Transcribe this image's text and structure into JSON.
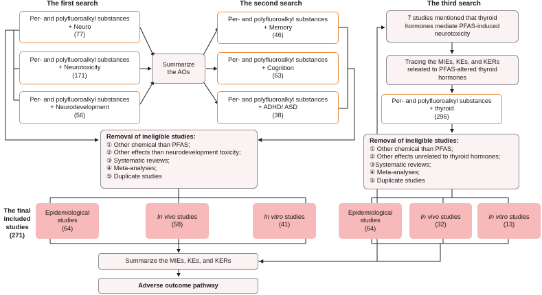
{
  "headers": {
    "first": "The first search",
    "second": "The second search",
    "third": "The third search"
  },
  "first_search": [
    {
      "line1": "Per- and polyfluoroalkyl substances",
      "line2": "+ Neuro",
      "count": "(77)"
    },
    {
      "line1": "Per- and polyfluoroalkyl substances",
      "line2": "+ Neurotoxicity",
      "count": "(171)"
    },
    {
      "line1": "Per- and polyfluoroalkyl substances",
      "line2": "+ Neurodevelopment",
      "count": "(56)"
    }
  ],
  "summarize_aos": {
    "line1": "Summarize",
    "line2": "the AOs"
  },
  "second_search": [
    {
      "line1": "Per- and polyfluoroalkyl substances",
      "line2": "+ Memory",
      "count": "(46)"
    },
    {
      "line1": "Per- and polyfluoroalkyl substances",
      "line2": "+ Cognition",
      "count": "(63)"
    },
    {
      "line1": "Per- and polyfluoroalkyl substances",
      "line2": "+ ADHD/ ASD",
      "count": "(38)"
    }
  ],
  "third_search": {
    "box1": [
      "7 studies mentioned that thyroid",
      "hormones mediate PFAS-induced",
      "neurotoxicity"
    ],
    "box2": [
      "Tracing the MIEs, KEs, and KERs",
      "releated to PFAS-altered thyroid",
      "hormones"
    ],
    "box3": {
      "line1": "Per- and polyfluoroalkyl substances",
      "line2": "+ thyroid",
      "count": "(296)"
    }
  },
  "removal_left": {
    "title": "Removal of ineligible studies:",
    "items": [
      "① Other chemical than PFAS;",
      "② Other effects than neurodevelopment toxicity;",
      "③ Systematic reviews;",
      "④ Meta-analyses;",
      "⑤ Duplicate studies"
    ]
  },
  "removal_right": {
    "title": "Removal of ineligible studies:",
    "items": [
      "① Other chemical than PFAS;",
      "② Other effects unrelated to thyroid hormones;",
      "③Systematic reviews;",
      "④ Meta-analyses;",
      "⑤ Duplicate studies"
    ]
  },
  "final": {
    "line1": "The final",
    "line2": "included",
    "line3": "studies",
    "count": "(271)"
  },
  "left_studies": [
    {
      "label": "Epidemiological",
      "label2": "studies",
      "count": "(64)"
    },
    {
      "italic": "In vivo",
      "rest": " studies",
      "count": "(58)"
    },
    {
      "italic": "In vitro",
      "rest": " studies",
      "count": "(41)"
    }
  ],
  "right_studies": [
    {
      "label": "Epidemiological",
      "label2": "studies",
      "count": "(64)"
    },
    {
      "italic": "In vivo",
      "rest": " studies",
      "count": "(32)"
    },
    {
      "italic": "In vitro",
      "rest": " studies",
      "count": "(13)"
    }
  ],
  "summarize_mies": "Summarize the MIEs, KEs, and KERs",
  "aop": "Adverse outcome pathway"
}
